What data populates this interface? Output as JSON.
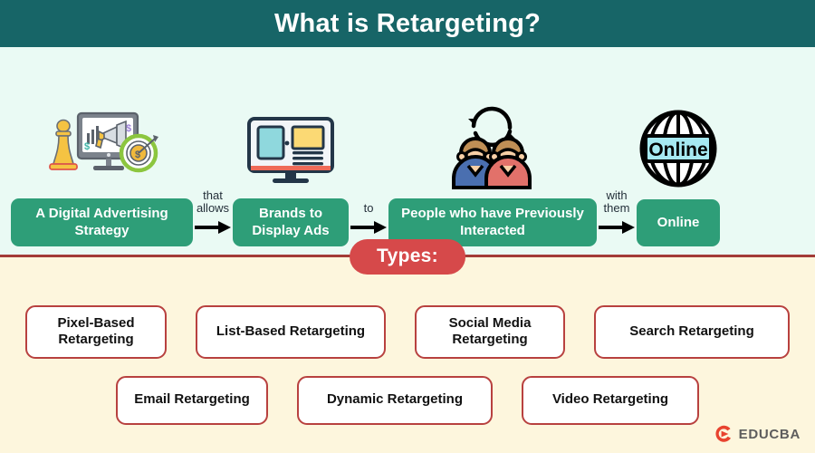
{
  "header": {
    "title": "What is Retargeting?"
  },
  "colors": {
    "header_bg": "#176567",
    "top_section_bg": "#eafaf4",
    "bottom_section_bg": "#fdf6dd",
    "pill_green": "#2e9e78",
    "types_badge_red": "#d6494a",
    "divider_red": "#a33b38",
    "card_border_red": "#b8413f",
    "card_bg": "#ffffff",
    "logo_red": "#e8432f"
  },
  "flow": {
    "steps": [
      {
        "label": "A Digital Advertising Strategy",
        "icon": "monitor-megaphone-target-icon"
      },
      {
        "label": "Brands to Display Ads",
        "icon": "display-ad-monitor-icon"
      },
      {
        "label": "People who have Previously Interacted",
        "icon": "two-people-refresh-icon"
      },
      {
        "label": "Online",
        "icon": "globe-online-icon"
      }
    ],
    "connectors": [
      {
        "label": "that\nallows"
      },
      {
        "label": "to"
      },
      {
        "label": "with\nthem"
      }
    ],
    "globe_banner_text": "Online"
  },
  "types": {
    "badge_label": "Types:",
    "row_1": [
      "Pixel-Based Retargeting",
      "List-Based Retargeting",
      "Social Media Retargeting",
      "Search Retargeting"
    ],
    "row_2": [
      "Email Retargeting",
      "Dynamic Retargeting",
      "Video Retargeting"
    ]
  },
  "logo": {
    "text": "EDUCBA"
  }
}
